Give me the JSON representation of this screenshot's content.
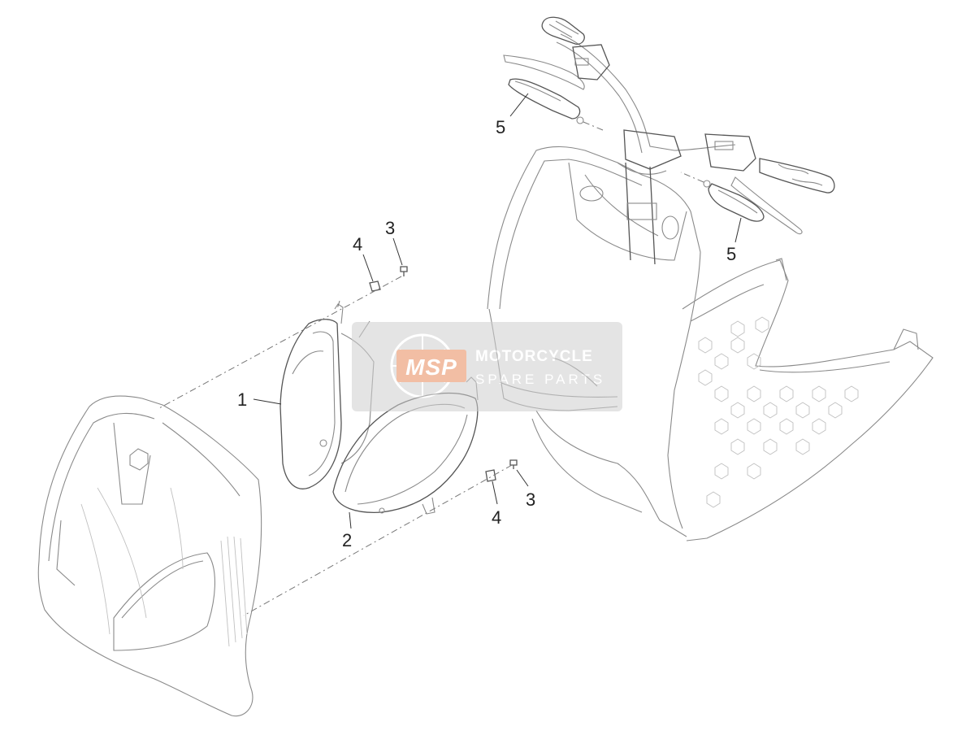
{
  "callouts": {
    "c1": "1",
    "c2": "2",
    "c3a": "3",
    "c3b": "3",
    "c4a": "4",
    "c4b": "4",
    "c5a": "5",
    "c5b": "5"
  },
  "watermark": {
    "logo": "MSP",
    "line1": "MOTORCYCLE",
    "line2": "SPARE PARTS"
  },
  "colors": {
    "line": "#8a8a8a",
    "watermark_bg": "#d9d9d9",
    "watermark_logo": "#e98a5a"
  }
}
